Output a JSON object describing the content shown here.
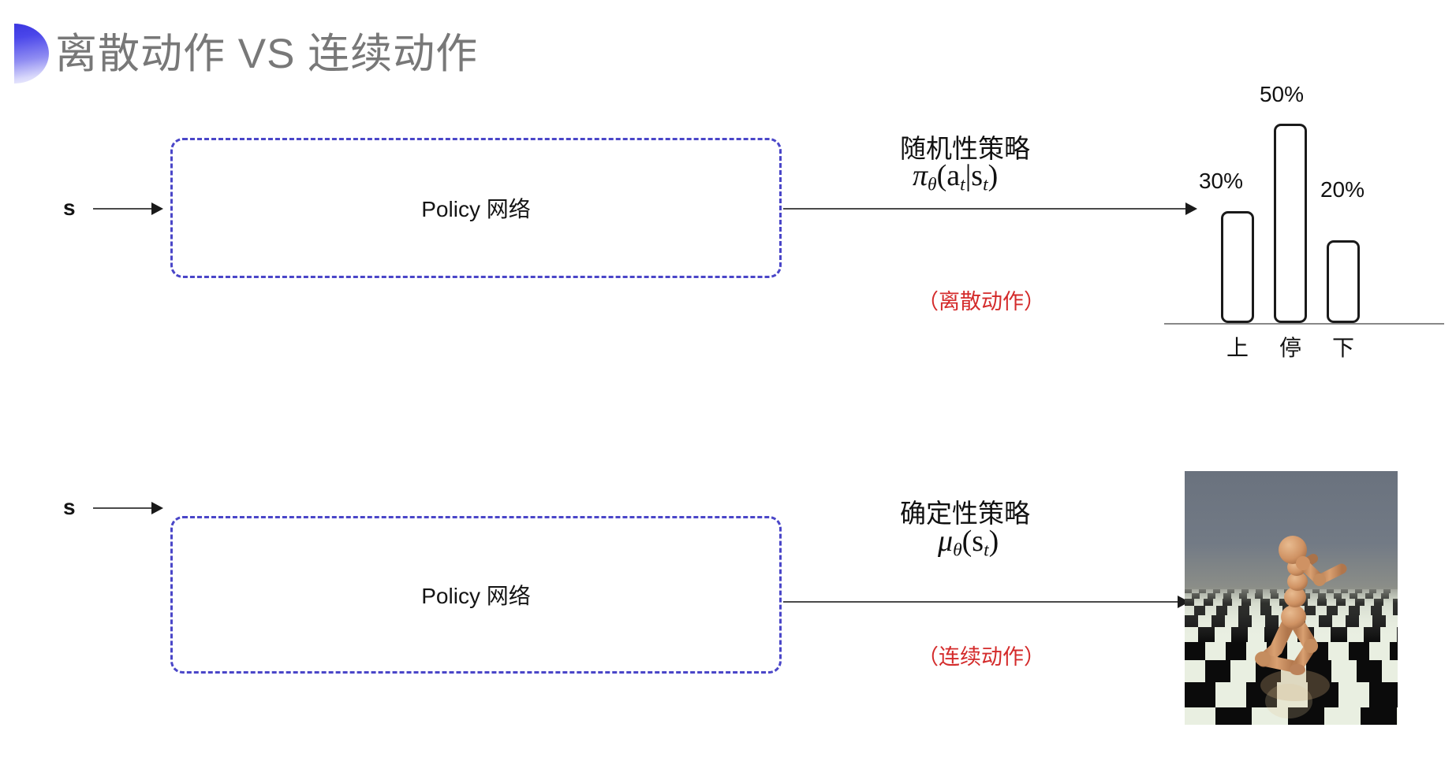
{
  "slide": {
    "title": "离散动作 VS 连续动作",
    "title_color": "#787878",
    "accent_color": "#4a46c8",
    "highlight_color": "#d42b2b",
    "background": "#ffffff"
  },
  "rows": [
    {
      "id": "discrete",
      "input_label": "s",
      "box_label": "Policy 网络",
      "annotation_title": "随机性策略",
      "formula": {
        "symbol": "π",
        "subscript": "θ",
        "args": "(a",
        "arg_sub": "t",
        "mid": "|s",
        "arg_sub2": "t",
        "close": ")"
      },
      "note": "（离散动作）"
    },
    {
      "id": "continuous",
      "input_label": "s",
      "box_label": "Policy 网络",
      "annotation_title": "确定性策略",
      "formula": {
        "symbol": "μ",
        "subscript": "θ",
        "args": "(s",
        "arg_sub": "t",
        "close": ")"
      },
      "note": "（连续动作）"
    }
  ],
  "chart_data": {
    "type": "bar",
    "title": "",
    "xlabel": "",
    "ylabel": "",
    "categories": [
      "上",
      "停",
      "下"
    ],
    "values": [
      30,
      50,
      20
    ],
    "value_labels": [
      "30%",
      "50%",
      "20%"
    ],
    "ylim": [
      0,
      60
    ],
    "grid": false,
    "legend": "none",
    "bar_style": "outlined-rounded",
    "bar_fill": "#ffffff",
    "bar_stroke": "#1a1a1a",
    "axis_color": "#888888"
  },
  "humanoid": {
    "caption": "",
    "sky_color": "#6e7782",
    "floor_light": "#e8eee0",
    "floor_dark": "#0d0d0d",
    "body_color": "#d3986b"
  }
}
